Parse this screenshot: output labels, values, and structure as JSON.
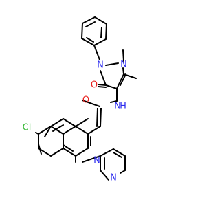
{
  "labels": {
    "n_methyl": "N",
    "n_phenyl": "N",
    "o_pyrazolone": "O",
    "o_amide": "O",
    "nh_amide": "N",
    "h_amide": "H",
    "cl": "Cl",
    "n_quinoline": "N",
    "n_pyridine": "N"
  },
  "colors": {
    "carbon_bond": "#000000",
    "nitrogen": "#2a2aee",
    "oxygen": "#e8201e",
    "chlorine": "#2fb52f"
  }
}
